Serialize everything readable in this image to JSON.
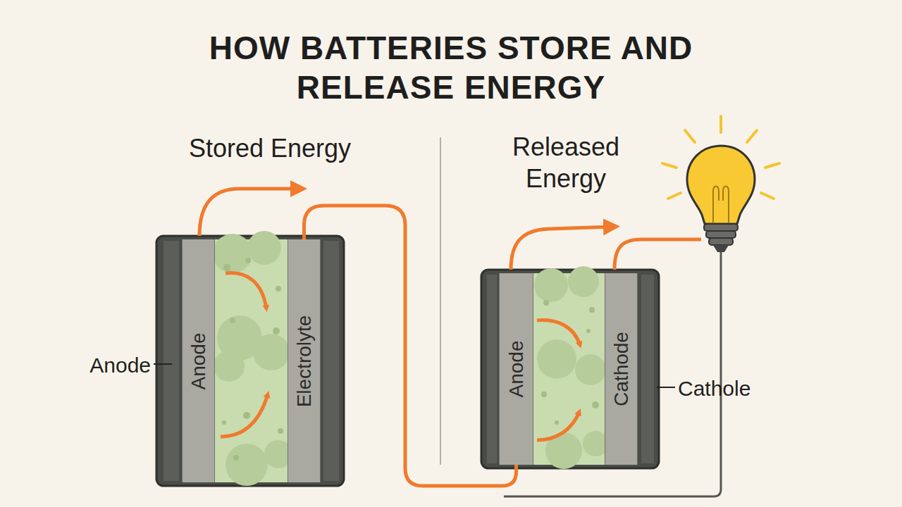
{
  "diagram": {
    "title": "HOW BATTERIES STORE AND RELEASE ENERGY",
    "nodes": [
      {
        "text": [
          "Anode"
        ]
      },
      {
        "text": [
          "Electrolyte"
        ]
      },
      {
        "text": [
          "Anode"
        ]
      },
      {
        "text": [
          "Cathode"
        ]
      }
    ],
    "edges": [
      {
        "from": 1,
        "to": 2,
        "arrow": "none"
      }
    ],
    "labels": [
      "Stored Energy",
      "Released Energy",
      "Anode",
      "Cathole"
    ]
  }
}
